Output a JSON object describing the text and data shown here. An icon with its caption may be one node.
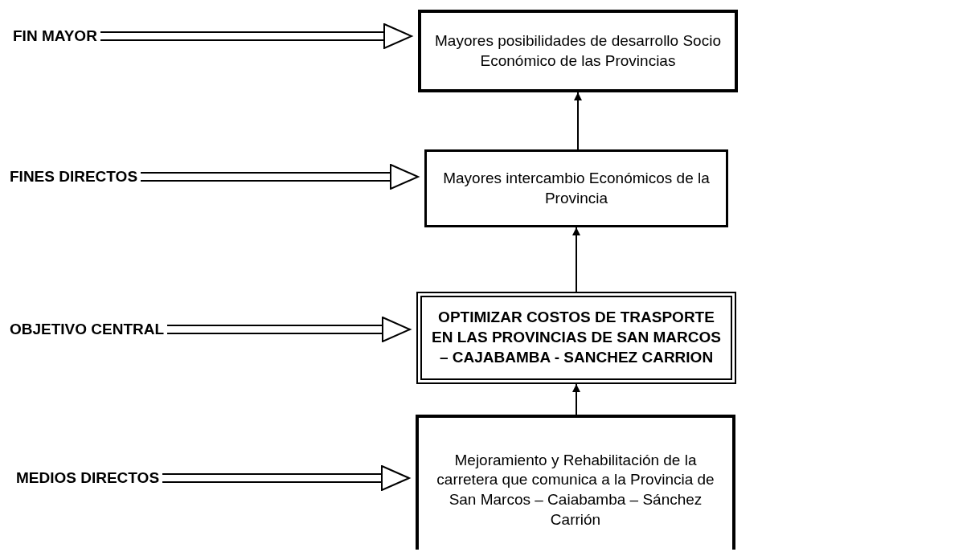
{
  "diagram": {
    "nodes": [
      {
        "text": [
          "FIN MAYOR"
        ]
      },
      {
        "text": [
          "Mayores posibilidades de desarrollo Socio Económico de las Provincias"
        ]
      },
      {
        "text": [
          "FINES DIRECTOS"
        ]
      },
      {
        "text": [
          "Mayores intercambio Económicos de la Provincia"
        ]
      },
      {
        "text": [
          "OBJETIVO CENTRAL"
        ]
      },
      {
        "text": [
          "OPTIMIZAR COSTOS DE TRASPORTE EN LAS PROVINCIAS DE SAN MARCOS – CAJABAMBA - SANCHEZ CARRION"
        ]
      },
      {
        "text": [
          "MEDIOS DIRECTOS"
        ]
      },
      {
        "text": [
          "Mejoramiento y Rehabilitación de la carretera que comunica a la Provincia de San Marcos – Caiabamba – Sánchez Carrión"
        ]
      }
    ],
    "edges": [
      {
        "from": 0,
        "to": 1,
        "arrow": "to",
        "style": "thick"
      },
      {
        "from": 2,
        "to": 3,
        "arrow": "to",
        "style": "thick"
      },
      {
        "from": 4,
        "to": 5,
        "arrow": "to",
        "style": "thick"
      },
      {
        "from": 6,
        "to": 7,
        "arrow": "to",
        "style": "thick"
      },
      {
        "from": 7,
        "to": 5,
        "arrow": "to"
      },
      {
        "from": 5,
        "to": 3,
        "arrow": "to"
      },
      {
        "from": 3,
        "to": 1,
        "arrow": "to"
      }
    ]
  }
}
